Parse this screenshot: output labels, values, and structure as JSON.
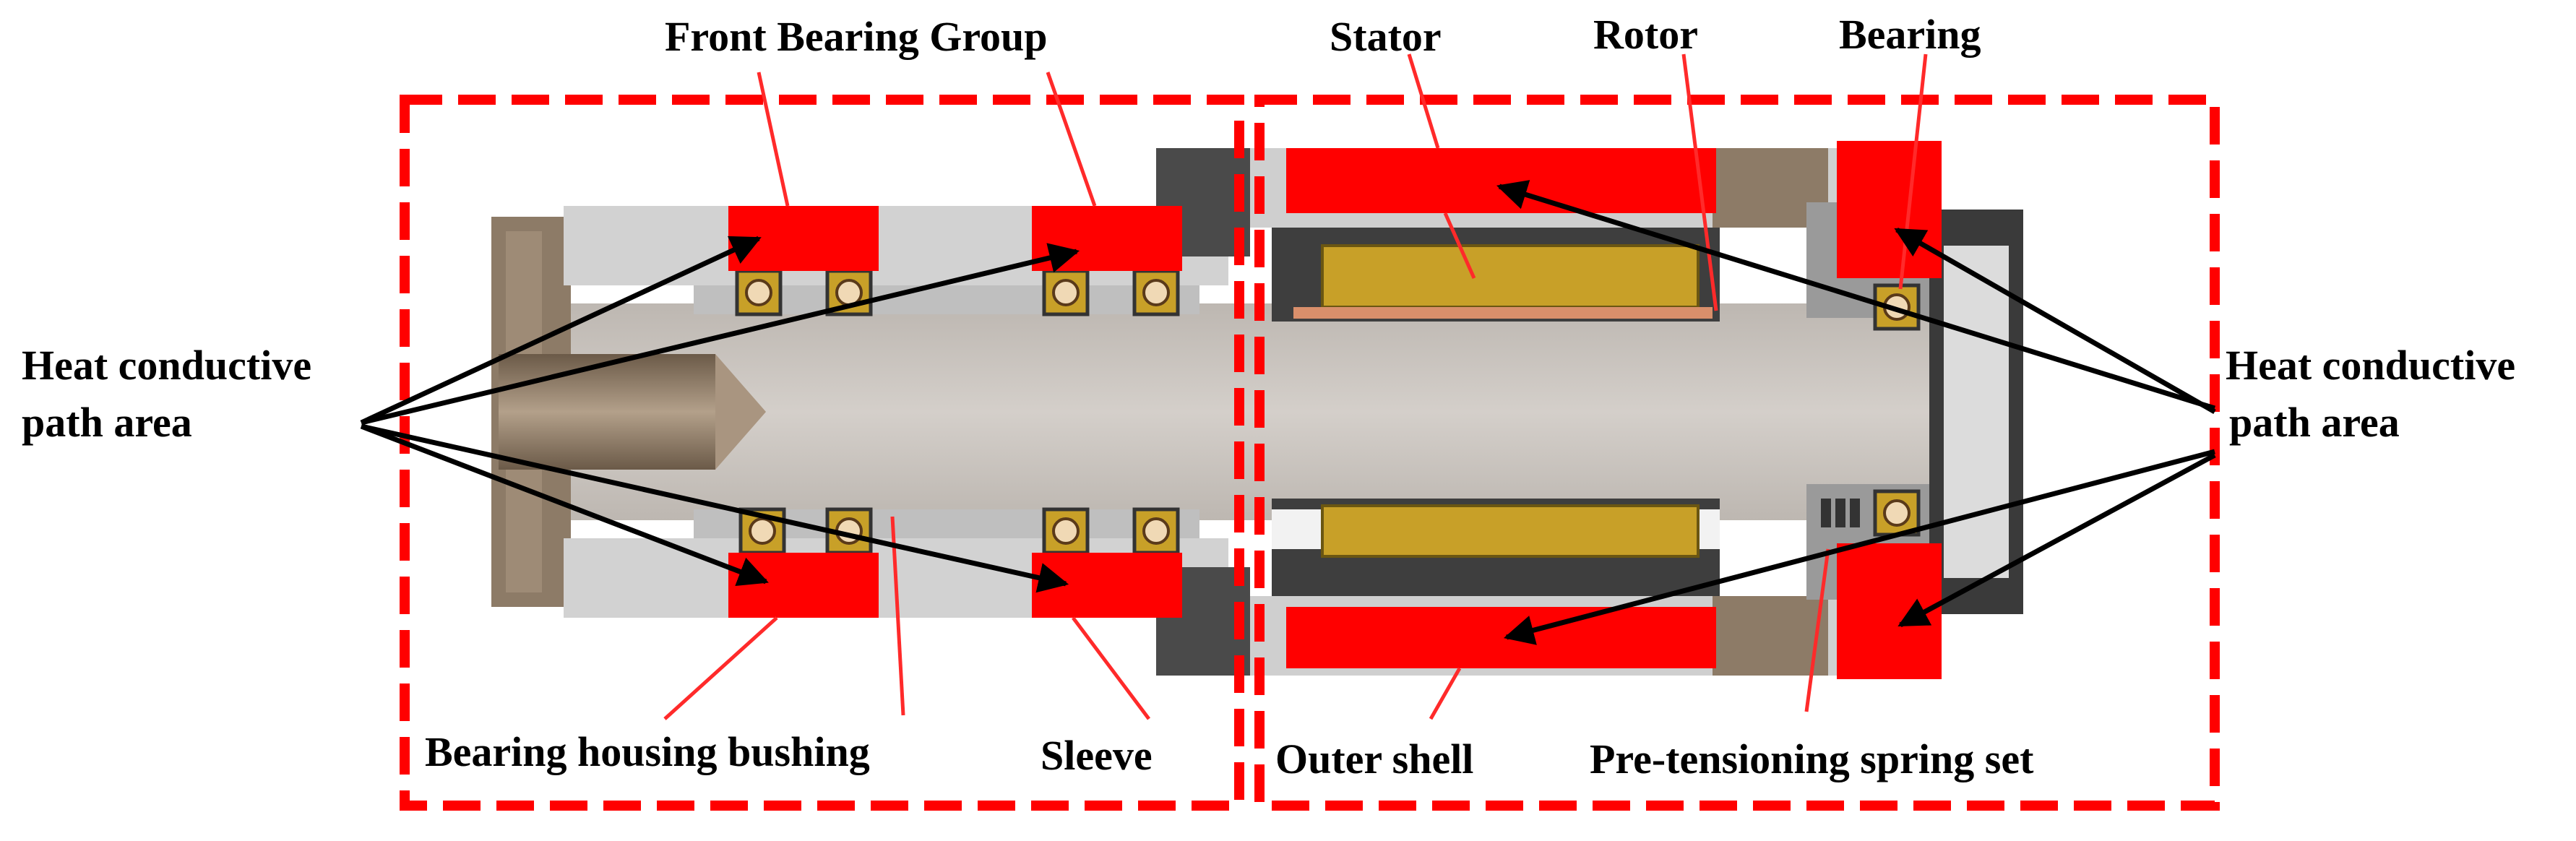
{
  "title": "",
  "labels": {
    "front_bearing_group": "Front Bearing Group",
    "stator": "Stator",
    "rotor": "Rotor",
    "bearing": "Bearing",
    "heat_path_left_line1": "Heat conductive",
    "heat_path_left_line2": "path area",
    "heat_path_right_line1": "Heat conductive",
    "heat_path_right_line2": "path area",
    "bearing_housing_bushing": "Bearing housing bushing",
    "sleeve": "Sleeve",
    "outer_shell": "Outer shell",
    "pretensioning_spring_set": "Pre-tensioning spring set"
  },
  "colors": {
    "highlight": "#ff0000",
    "leader": "#ff2a2a",
    "arrow": "#000000",
    "shaft": "#cdc8c3",
    "housing_grey": "#c9c9c9",
    "dark_part": "#4a4a4a",
    "brown_part": "#8d7b67",
    "gold": "#c8a028",
    "copper": "#d98f6b"
  },
  "icons": {
    "bearing_ball": "bearing-ball-icon"
  }
}
